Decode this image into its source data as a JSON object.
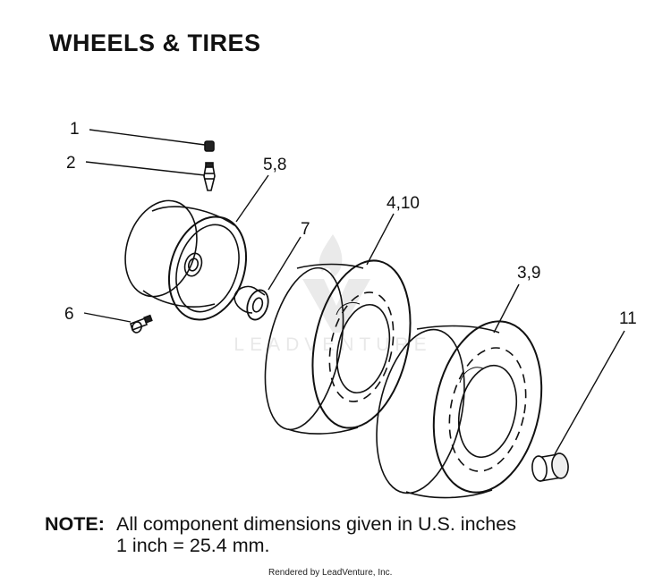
{
  "title": "WHEELS & TIRES",
  "watermark": "LEADVENTURE",
  "callouts": {
    "c1": "1",
    "c2": "2",
    "c58": "5,8",
    "c7": "7",
    "c410": "4,10",
    "c39": "3,9",
    "c6": "6",
    "c11": "11"
  },
  "note": {
    "head": "NOTE:",
    "line1": "All component dimensions given in U.S. inches",
    "line2": "1 inch = 25.4 mm."
  },
  "credit": "Rendered by LeadVenture, Inc."
}
